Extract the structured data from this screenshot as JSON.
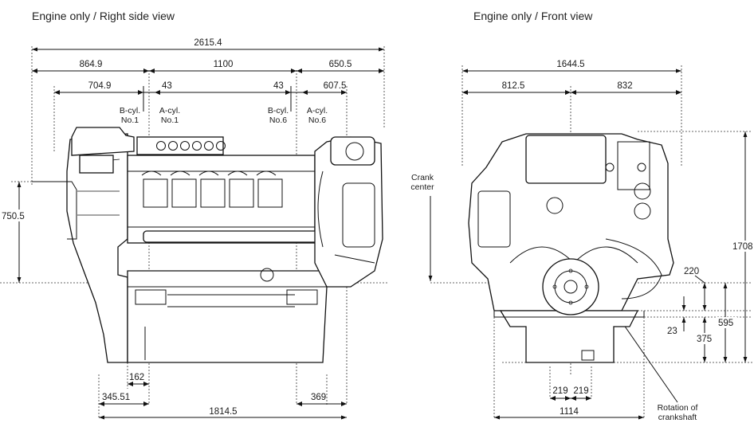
{
  "views": {
    "side": {
      "title": "Engine only / Right side view",
      "dims": {
        "overall_length": "2615.4",
        "front_to_crank": "864.9",
        "cyl_span": "1100",
        "rear_overhang": "650.5",
        "front_to_bcyl": "704.9",
        "offset_front": "43",
        "offset_rear": "43",
        "rear_to_acyl": "607.5",
        "crank_height": "750.5",
        "lower_offset": "162",
        "lower_front": "345.51",
        "mount_span": "1814.5",
        "rear_lower": "369"
      },
      "labels": {
        "bcyl_no1_a": "B-cyl.",
        "bcyl_no1_b": "No.1",
        "acyl_no1_a": "A-cyl.",
        "acyl_no1_b": "No.1",
        "bcyl_no6_a": "B-cyl.",
        "bcyl_no6_b": "No.6",
        "acyl_no6_a": "A-cyl.",
        "acyl_no6_b": "No.6"
      }
    },
    "front": {
      "title": "Engine only / Front view",
      "dims": {
        "overall_width": "1644.5",
        "left_width": "812.5",
        "right_width": "832",
        "overall_height": "1708",
        "d220": "220",
        "d23": "23",
        "d375": "375",
        "d595": "595",
        "foot_left": "219",
        "foot_right": "219",
        "mount_width": "1114"
      },
      "labels": {
        "crank_a": "Crank",
        "crank_b": "center",
        "rotation_a": "Rotation of",
        "rotation_b": "crankshaft"
      }
    }
  }
}
